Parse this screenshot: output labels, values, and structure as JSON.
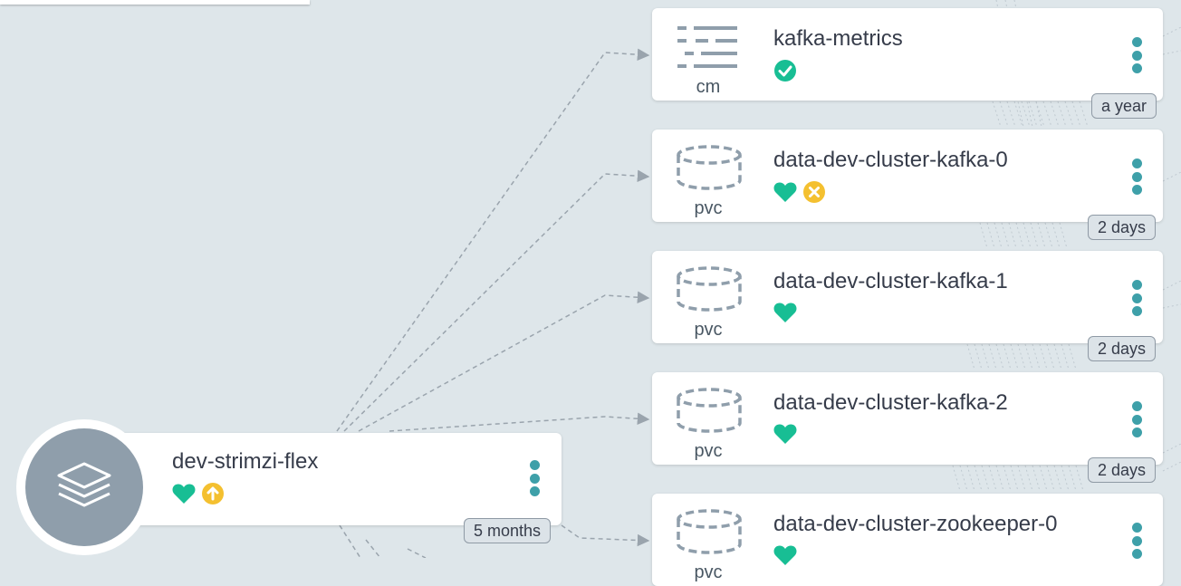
{
  "app": {
    "name": "dev-strimzi-flex",
    "age": "5 months",
    "icon": "layers-icon",
    "health": "healthy",
    "sync": "out-of-sync"
  },
  "resources": [
    {
      "name": "kafka-metrics",
      "kind": "cm",
      "age": "a year",
      "icon": "configmap-icon",
      "status": [
        "synced"
      ]
    },
    {
      "name": "data-dev-cluster-kafka-0",
      "kind": "pvc",
      "age": "2 days",
      "icon": "volume-icon",
      "status": [
        "healthy",
        "sync-failed"
      ]
    },
    {
      "name": "data-dev-cluster-kafka-1",
      "kind": "pvc",
      "age": "2 days",
      "icon": "volume-icon",
      "status": [
        "healthy"
      ]
    },
    {
      "name": "data-dev-cluster-kafka-2",
      "kind": "pvc",
      "age": "2 days",
      "icon": "volume-icon",
      "status": [
        "healthy"
      ]
    },
    {
      "name": "data-dev-cluster-zookeeper-0",
      "kind": "pvc",
      "icon": "volume-icon",
      "status": [
        "healthy"
      ]
    }
  ],
  "colors": {
    "background": "#dee6ea",
    "healthy": "#18be94",
    "warning": "#f4c030",
    "menu": "#3ea0a9",
    "edge": "#9aa4ad"
  }
}
